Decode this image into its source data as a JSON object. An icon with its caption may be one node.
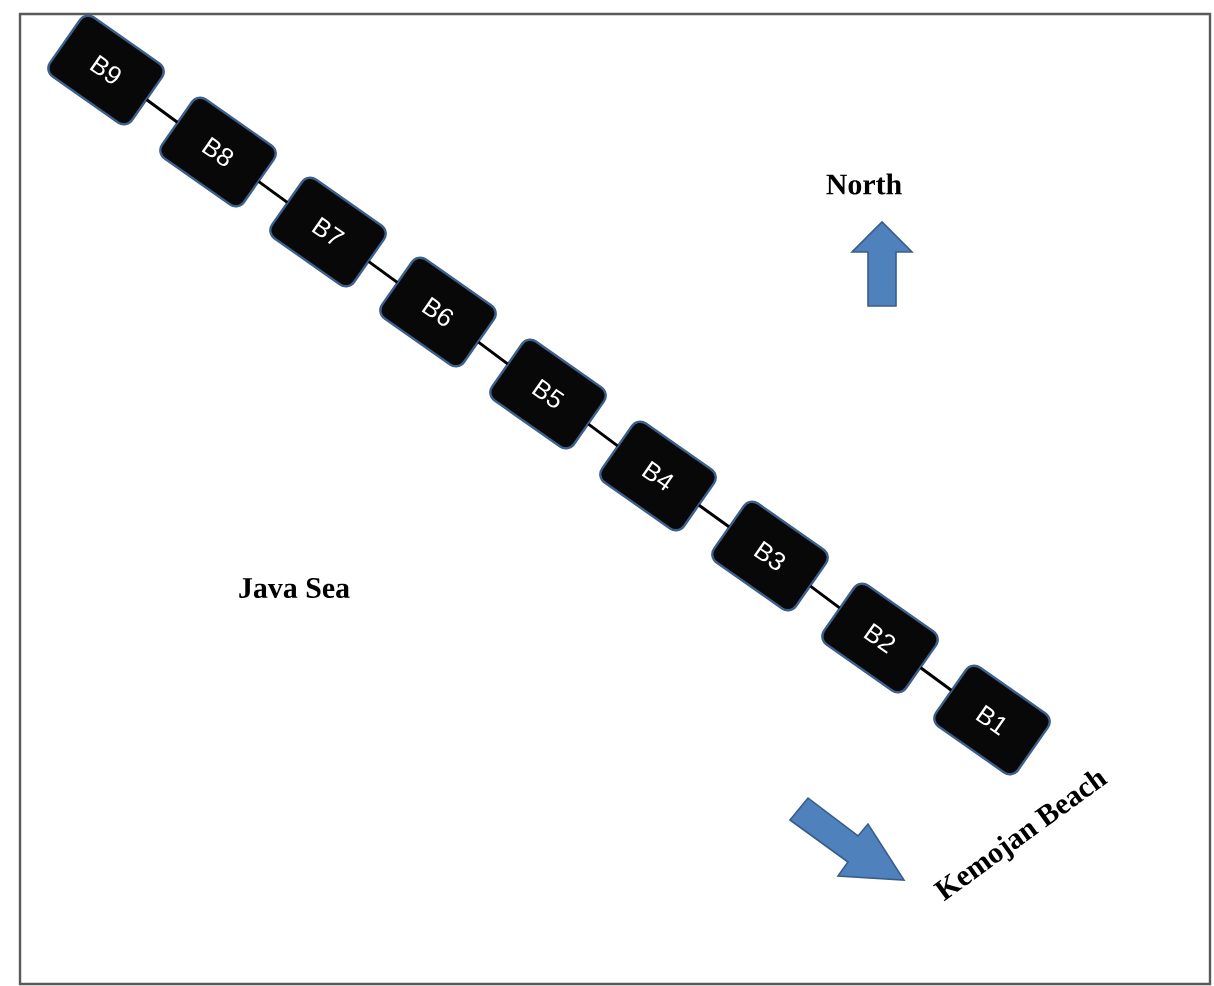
{
  "diagram": {
    "nodes": [
      {
        "text": [
          "B9"
        ]
      },
      {
        "text": [
          "B8"
        ]
      },
      {
        "text": [
          "B7"
        ]
      },
      {
        "text": [
          "B6"
        ]
      },
      {
        "text": [
          "B5"
        ]
      },
      {
        "text": [
          "B4"
        ]
      },
      {
        "text": [
          "B3"
        ]
      },
      {
        "text": [
          "B2"
        ]
      },
      {
        "text": [
          "B1"
        ]
      }
    ],
    "edges": [
      {
        "from": 0,
        "to": 1,
        "arrow": "none"
      },
      {
        "from": 1,
        "to": 2,
        "arrow": "none"
      },
      {
        "from": 2,
        "to": 3,
        "arrow": "none"
      },
      {
        "from": 3,
        "to": 4,
        "arrow": "none"
      },
      {
        "from": 4,
        "to": 5,
        "arrow": "none"
      },
      {
        "from": 5,
        "to": 6,
        "arrow": "none"
      },
      {
        "from": 6,
        "to": 7,
        "arrow": "none"
      },
      {
        "from": 7,
        "to": 8,
        "arrow": "none"
      }
    ],
    "labels": [
      "North",
      "Java Sea",
      "Kemojan Beach"
    ]
  }
}
